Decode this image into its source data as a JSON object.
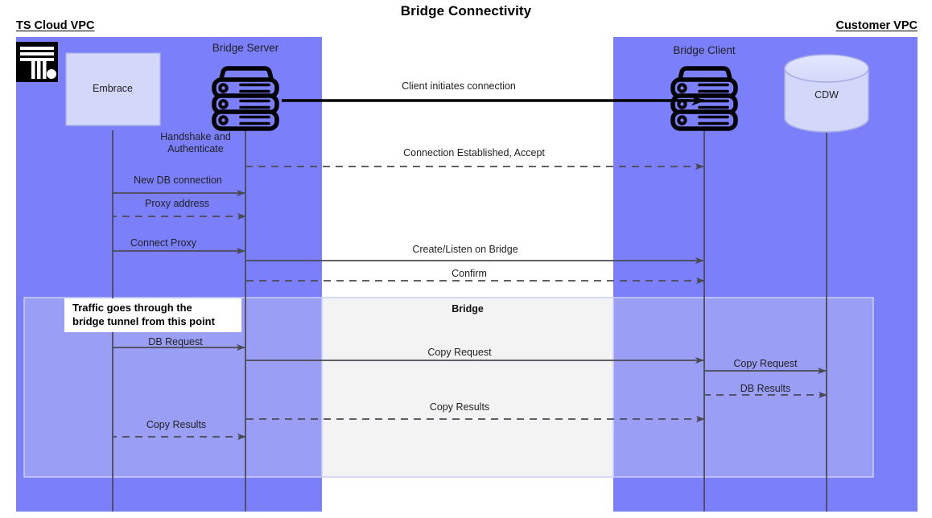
{
  "title": "Bridge Connectivity",
  "colors": {
    "vpc_fill": "#7b80fa",
    "tunnel_fill": "#9a9ef5",
    "bridge_fill": "#f3f3f3",
    "node_fill": "#d3d8fa",
    "line": "#4a4a55",
    "strong_line": "#000000"
  },
  "zones": [
    {
      "name": "ts-cloud-vpc",
      "title": "TS Cloud VPC"
    },
    {
      "name": "customer-vpc",
      "title": "Customer VPC"
    }
  ],
  "nodes": [
    {
      "name": "embrace",
      "label": "Embrace",
      "kind": "box"
    },
    {
      "name": "bridge-server",
      "label": "Bridge Server",
      "kind": "server"
    },
    {
      "name": "bridge-client",
      "label": "Bridge Client",
      "kind": "server"
    },
    {
      "name": "cdw",
      "label": "CDW",
      "kind": "database"
    }
  ],
  "regions": [
    {
      "name": "bridge-region",
      "label": "Bridge"
    },
    {
      "name": "tunnel-region",
      "label": ""
    }
  ],
  "note": {
    "line1": "Traffic goes through the",
    "line2": "bridge tunnel from this point"
  },
  "messages": [
    {
      "id": "m1",
      "label": "Client initiates connection",
      "from": "bridge-client",
      "to": "bridge-server",
      "style": "solid-thick",
      "dir": "left"
    },
    {
      "id": "m2",
      "label": "Handshake and\nAuthenticate",
      "from": "",
      "to": "",
      "style": "caption",
      "dir": ""
    },
    {
      "id": "m3",
      "label": "Connection Established, Accept",
      "from": "bridge-server",
      "to": "bridge-client",
      "style": "dashed",
      "dir": "right"
    },
    {
      "id": "m4",
      "label": "New DB connection",
      "from": "embrace",
      "to": "bridge-server",
      "style": "solid",
      "dir": "right"
    },
    {
      "id": "m5",
      "label": "Proxy address",
      "from": "bridge-server",
      "to": "embrace",
      "style": "dashed",
      "dir": "left"
    },
    {
      "id": "m6",
      "label": "Connect Proxy",
      "from": "embrace",
      "to": "bridge-server",
      "style": "solid",
      "dir": "right"
    },
    {
      "id": "m7",
      "label": "Create/Listen on Bridge",
      "from": "bridge-server",
      "to": "bridge-client",
      "style": "solid",
      "dir": "right"
    },
    {
      "id": "m8",
      "label": "Confirm",
      "from": "bridge-client",
      "to": "bridge-server",
      "style": "dashed",
      "dir": "left"
    },
    {
      "id": "m9",
      "label": "DB Request",
      "from": "embrace",
      "to": "bridge-server",
      "style": "solid",
      "dir": "right"
    },
    {
      "id": "m10",
      "label": "Copy Request",
      "from": "bridge-server",
      "to": "bridge-client",
      "style": "solid",
      "dir": "right"
    },
    {
      "id": "m11",
      "label": "Copy Request",
      "from": "bridge-client",
      "to": "cdw",
      "style": "solid",
      "dir": "right"
    },
    {
      "id": "m12",
      "label": "DB Results",
      "from": "cdw",
      "to": "bridge-client",
      "style": "dashed",
      "dir": "left"
    },
    {
      "id": "m13",
      "label": "Copy Results",
      "from": "bridge-client",
      "to": "bridge-server",
      "style": "dashed",
      "dir": "left"
    },
    {
      "id": "m14",
      "label": "Copy Results",
      "from": "bridge-server",
      "to": "embrace",
      "style": "dashed",
      "dir": "left"
    }
  ]
}
